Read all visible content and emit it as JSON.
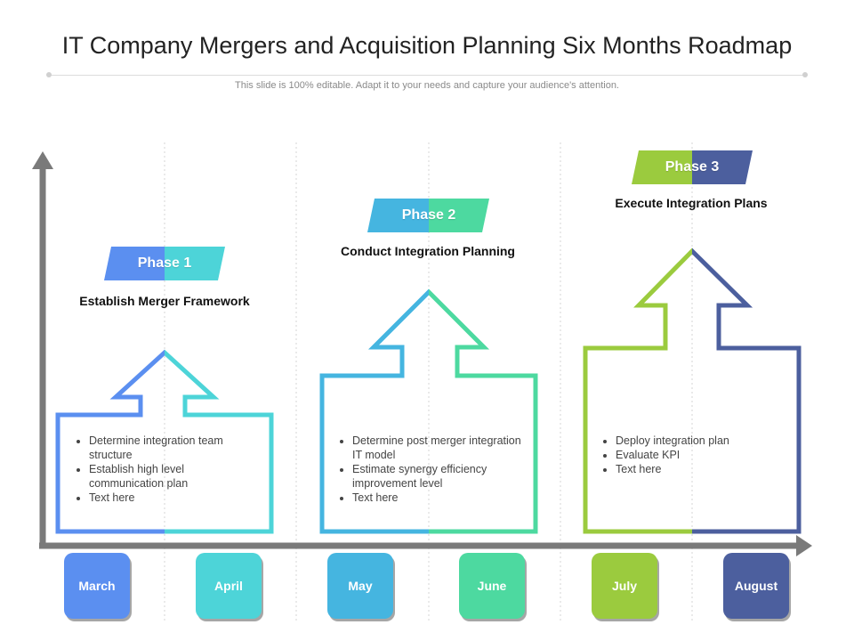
{
  "slide": {
    "title": "IT Company Mergers and Acquisition Planning Six Months Roadmap",
    "subtitle": "This slide is 100% editable. Adapt it to your needs and capture your audience's attention."
  },
  "phases": [
    {
      "label": "Phase 1",
      "heading": "Establish Merger Framework",
      "bullets": [
        "Determine integration team structure",
        "Establish high level communication plan",
        "Text here"
      ],
      "color_left": "#5B8FF0",
      "color_right": "#4DD4D8"
    },
    {
      "label": "Phase 2",
      "heading": "Conduct Integration Planning",
      "bullets": [
        "Determine post merger integration IT model",
        "Estimate synergy efficiency improvement  level",
        "Text here"
      ],
      "color_left": "#45B5E0",
      "color_right": "#4DD9A0"
    },
    {
      "label": "Phase 3",
      "heading": "Execute Integration Plans",
      "bullets": [
        "Deploy integration plan",
        "Evaluate KPI",
        "Text here"
      ],
      "color_left": "#9BCB3E",
      "color_right": "#4C5F9E"
    }
  ],
  "months": [
    {
      "label": "March",
      "color": "#5B8FF0"
    },
    {
      "label": "April",
      "color": "#4DD4D8"
    },
    {
      "label": "May",
      "color": "#45B5E0"
    },
    {
      "label": "June",
      "color": "#4DD9A0"
    },
    {
      "label": "July",
      "color": "#9BCB3E"
    },
    {
      "label": "August",
      "color": "#4C5F9E"
    }
  ],
  "axis_color": "#7a7a7a"
}
